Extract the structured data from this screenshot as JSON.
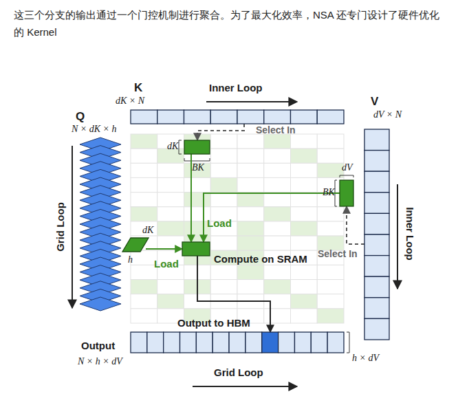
{
  "diagram": {
    "nodes": [
      {
        "text": [
          "K",
          "dK × N"
        ]
      },
      {
        "text": [
          "Q",
          "N × dK × h"
        ]
      },
      {
        "text": [
          "dK",
          "BK"
        ]
      },
      {
        "text": [
          "V",
          "dV × N"
        ]
      },
      {
        "text": [
          "dV",
          "BK"
        ]
      },
      {
        "text": [
          "dK",
          "h"
        ]
      },
      {
        "text": [
          "Compute on SRAM"
        ]
      },
      {
        "text": [
          "Output",
          "N × h × dV",
          "h × dV"
        ]
      }
    ],
    "edges": [
      {
        "from": 0,
        "to": 2,
        "label": "Select In",
        "arrow": "to"
      },
      {
        "from": 3,
        "to": 4,
        "label": "Select In",
        "arrow": "to"
      },
      {
        "from": 2,
        "to": 6,
        "arrow": "to"
      },
      {
        "from": 4,
        "to": 6,
        "label": "Load",
        "arrow": "to"
      },
      {
        "from": 5,
        "to": 6,
        "label": "Load",
        "arrow": "to"
      },
      {
        "from": 6,
        "to": 7,
        "label": "Output to HBM",
        "arrow": "to"
      }
    ],
    "labels": [
      "这三个分支的输出通过一个门控机制进行聚合。为了最大化效率，NSA 还专门设计了硬件优化的 Kernel",
      "Inner Loop",
      "Grid Loop",
      "Inner Loop",
      "Grid Loop"
    ]
  }
}
